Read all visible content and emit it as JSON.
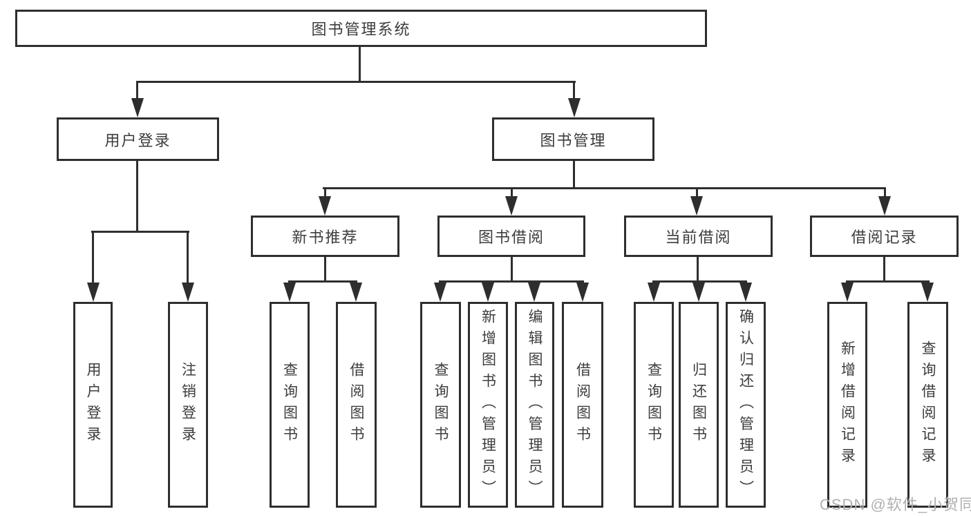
{
  "diagram": {
    "title": "图书管理系统",
    "user_login": {
      "label": "用户登录",
      "children": [
        "用户登录",
        "注销登录"
      ]
    },
    "book_management": {
      "label": "图书管理",
      "new_book_recommend": {
        "label": "新书推荐",
        "children": [
          "查询图书",
          "借阅图书"
        ]
      },
      "book_borrow": {
        "label": "图书借阅",
        "children": [
          "查询图书",
          "新增图书（管理员）",
          "编辑图书（管理员）",
          "借阅图书"
        ]
      },
      "current_borrow": {
        "label": "当前借阅",
        "children": [
          "查询图书",
          "归还图书",
          "确认归还（管理员）"
        ]
      },
      "borrow_record": {
        "label": "借阅记录",
        "children": [
          "新增借阅记录",
          "查询借阅记录"
        ]
      }
    }
  },
  "watermark": {
    "text": "CSDN @软件_小贺同学"
  },
  "colors": {
    "line": "#2e2e2e",
    "text": "#3c3c3c",
    "watermark": "#b0b0b0",
    "background": "#ffffff"
  }
}
